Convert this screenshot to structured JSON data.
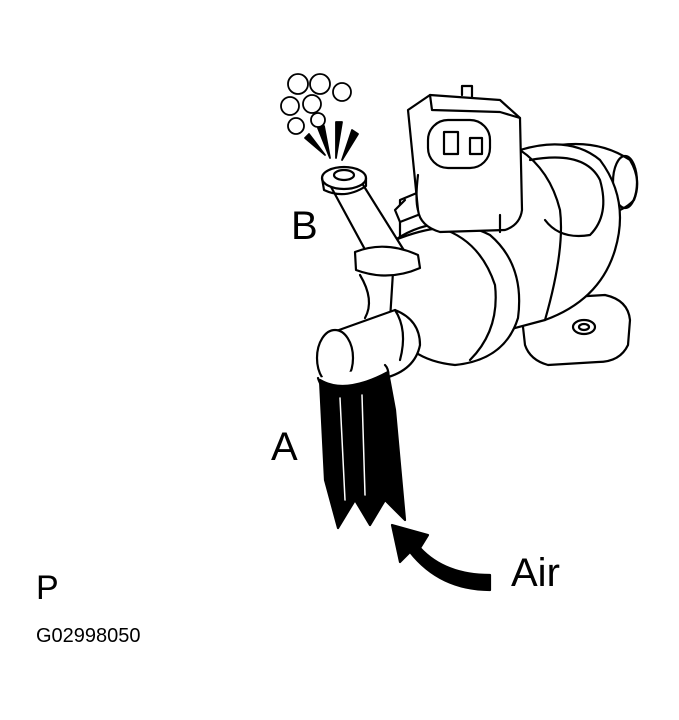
{
  "labels": {
    "port_b": "B",
    "port_a": "A",
    "air": "Air",
    "pressure": "P",
    "figure_id": "G02998050"
  },
  "colors": {
    "ink": "#000000",
    "paper": "#ffffff"
  },
  "icons": {
    "valve": "vsv-valve-illustration",
    "air_flow": "curved-arrow-icon",
    "air_exit": "air-puff-icon"
  }
}
